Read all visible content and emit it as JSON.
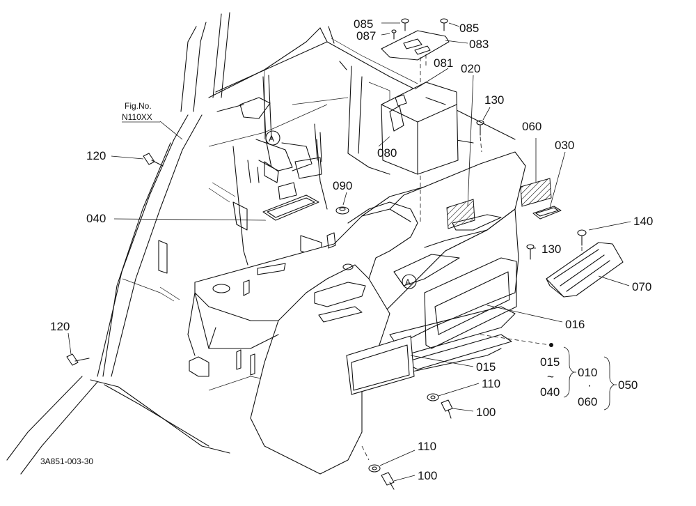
{
  "figure_ref": {
    "line1": "Fig.No.",
    "line2": "N110XX"
  },
  "drawing_code": "3A851-003-30",
  "parts": {
    "p085a": "085",
    "p085b": "085",
    "p087": "087",
    "p083": "083",
    "p081": "081",
    "p020": "020",
    "p130a": "130",
    "p060": "060",
    "p030": "030",
    "p080": "080",
    "p120a": "120",
    "p090": "090",
    "p040": "040",
    "p140": "140",
    "p130b": "130",
    "p070": "070",
    "p016": "016",
    "p120b": "120",
    "p015": "015",
    "p110a": "110",
    "p100a": "100",
    "p110b": "110",
    "p100b": "100"
  },
  "callouts": {
    "A1": "A",
    "A2": "A"
  },
  "assembly": {
    "range_from": "015",
    "range_tilde": "~",
    "range_to": "040",
    "group_a": "010",
    "group_dot": "·",
    "group_b": "060",
    "group_all": "050"
  }
}
